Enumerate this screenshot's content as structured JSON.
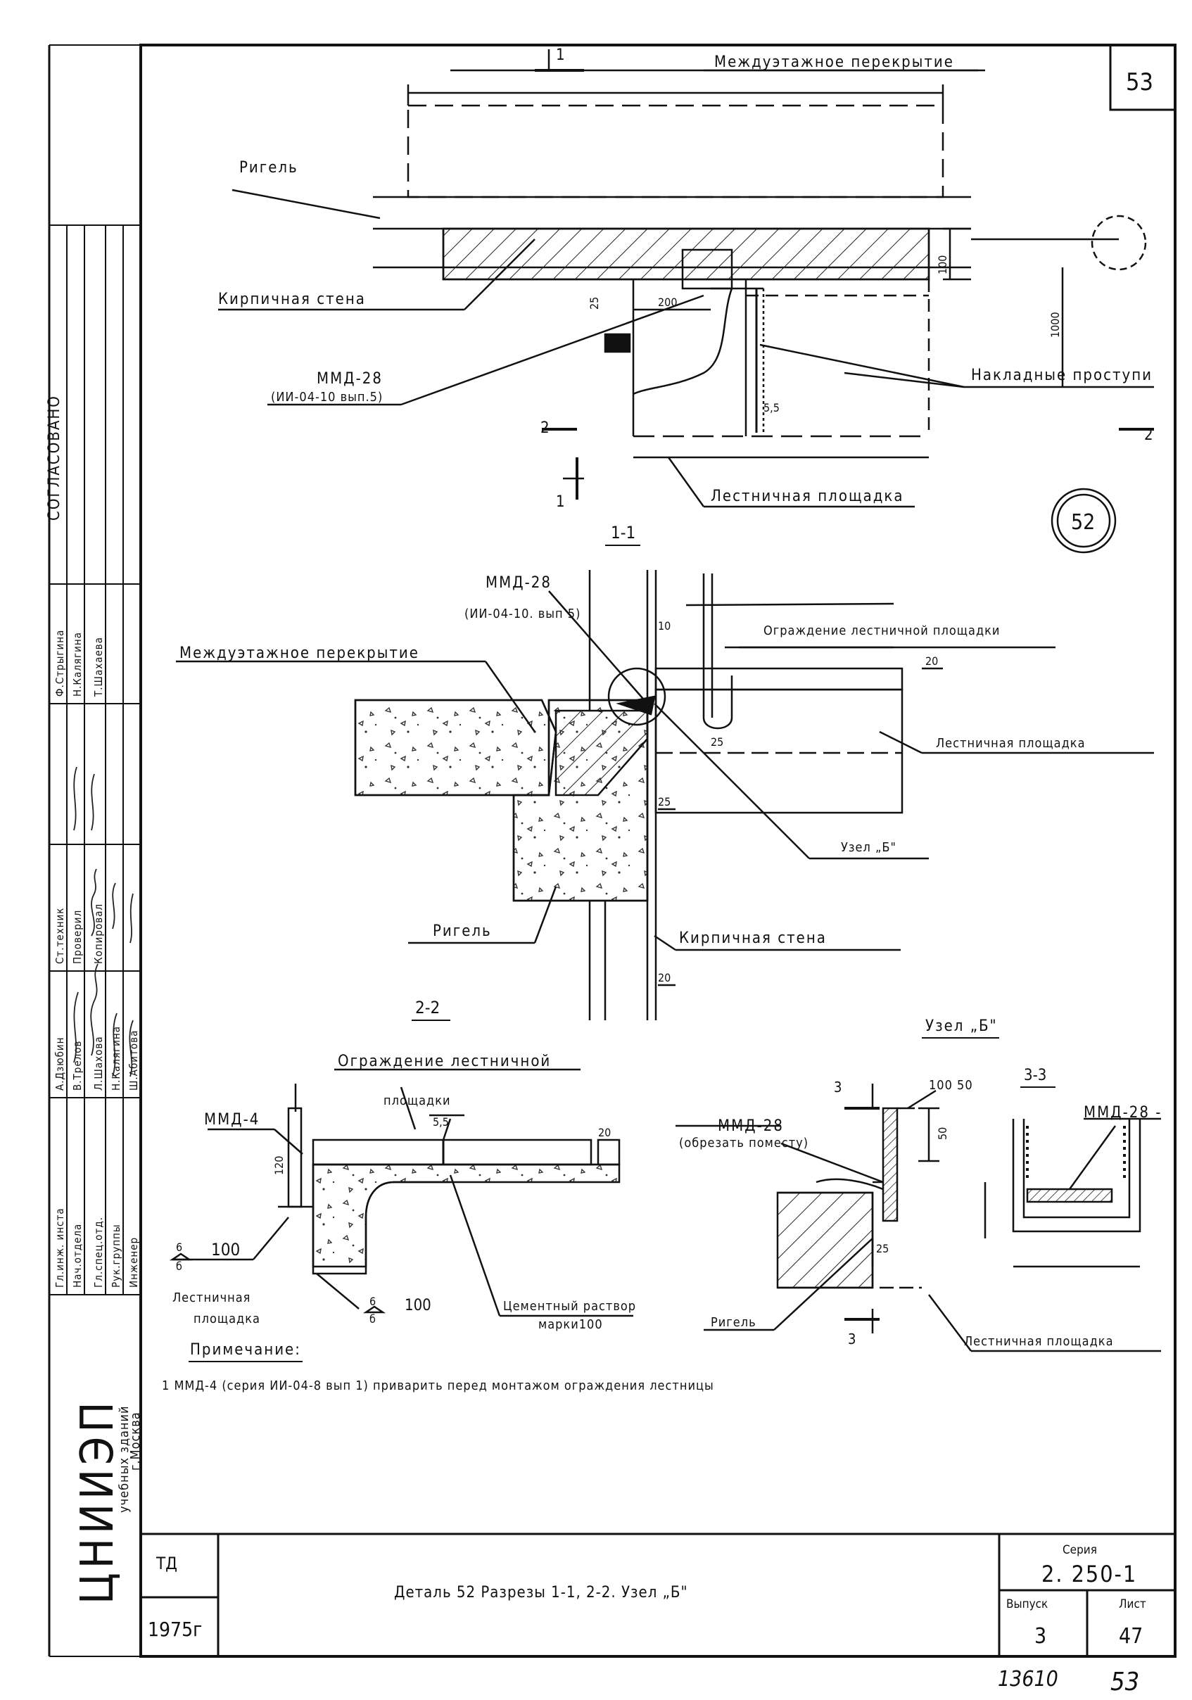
{
  "sheet_corner_number": "53",
  "plan": {
    "floor_slab": "Междуэтажное перекрытие",
    "girder": "Ригель",
    "brick_wall": "Кирпичная стена",
    "embedded_part": "ММД-28",
    "embedded_part_ref": "(ИИ-04-10 вып.5)",
    "treads": "Накладные проступи",
    "landing": "Лестничная площадка",
    "detail_no": "52",
    "dims": {
      "d100": "100",
      "d25": "25",
      "d200": "200",
      "d55": "5,5",
      "d1000": "1000"
    },
    "section_1": "1",
    "section_2": "2"
  },
  "section_1_1": {
    "title": "1-1",
    "embedded_part": "ММД-28",
    "embedded_part_ref": "(ИИ-04-10. вып 5)",
    "railing": "Ограждение лестничной площадки",
    "floor_slab": "Междуэтажное перекрытие",
    "landing": "Лестничная площадка",
    "node_ref": "Узел „Б\"",
    "girder": "Ригель",
    "brick_wall": "Кирпичная стена",
    "dims": {
      "d10": "10",
      "d20a": "20",
      "d25a": "25",
      "d25b": "25",
      "d20b": "20"
    }
  },
  "section_2_2": {
    "title": "2-2",
    "railing_l1": "Ограждение лестничной",
    "railing_l2": "площадки",
    "part": "ММД-4",
    "dims": {
      "d55": "5,5",
      "d20": "20",
      "d120": "120"
    },
    "weld_left_top": "6",
    "weld_left_bot": "б",
    "weld_left_len": "100",
    "weld_mid_top": "6",
    "weld_mid_bot": "б",
    "weld_mid_len": "100",
    "landing_l1": "Лестничная",
    "landing_l2": "площадка",
    "mortar_l1": "Цементный раствор",
    "mortar_l2": "марки100"
  },
  "node_b": {
    "title": "Узел „Б\"",
    "part": "ММД-28",
    "part_note": "(обрезать поместу)",
    "angle": "100 50",
    "section_no": "3",
    "dims": {
      "d50": "50",
      "d25": "25"
    },
    "girder": "Ригель"
  },
  "section_3_3": {
    "title": "3-3",
    "part": "ММД-28 -",
    "landing": "Лестничная площадка"
  },
  "note": {
    "heading": "Примечание:",
    "text": "1 ММД-4 (серия ИИ-04-8 вып 1) приварить перед монтажом ограждения лестницы"
  },
  "side_stamp": {
    "agreed": "СОГЛАСОВАНО",
    "roles": [
      "Гл.инж. инста",
      "Нач.отдела",
      "Гл.спец.отд.",
      "Рук.группы",
      "Инженер"
    ],
    "names1": [
      "А.Дзюбин",
      "В.Трелов",
      "Л.Шахова",
      "Н.Калягина",
      "Ш.Абитова"
    ],
    "roles2": [
      "Ст.техник",
      "Проверил",
      "Копировал"
    ],
    "names2": [
      "Ф.Стрыгина",
      "Н.Калягина",
      "Т.Шахаева"
    ],
    "org": "ЦНИИЭП",
    "org_sub1": "учебных зданий",
    "org_sub2": "г.Москва"
  },
  "title_block": {
    "code": "ТД",
    "year": "1975г",
    "title": "Деталь 52 Разрезы 1-1, 2-2. Узел „Б\"",
    "series_label": "Серия",
    "series": "2. 250-1",
    "issue_label": "Выпуск",
    "issue": "3",
    "sheet_label": "Лист",
    "sheet": "47"
  },
  "footer": {
    "inventory": "13610",
    "page": "53"
  }
}
